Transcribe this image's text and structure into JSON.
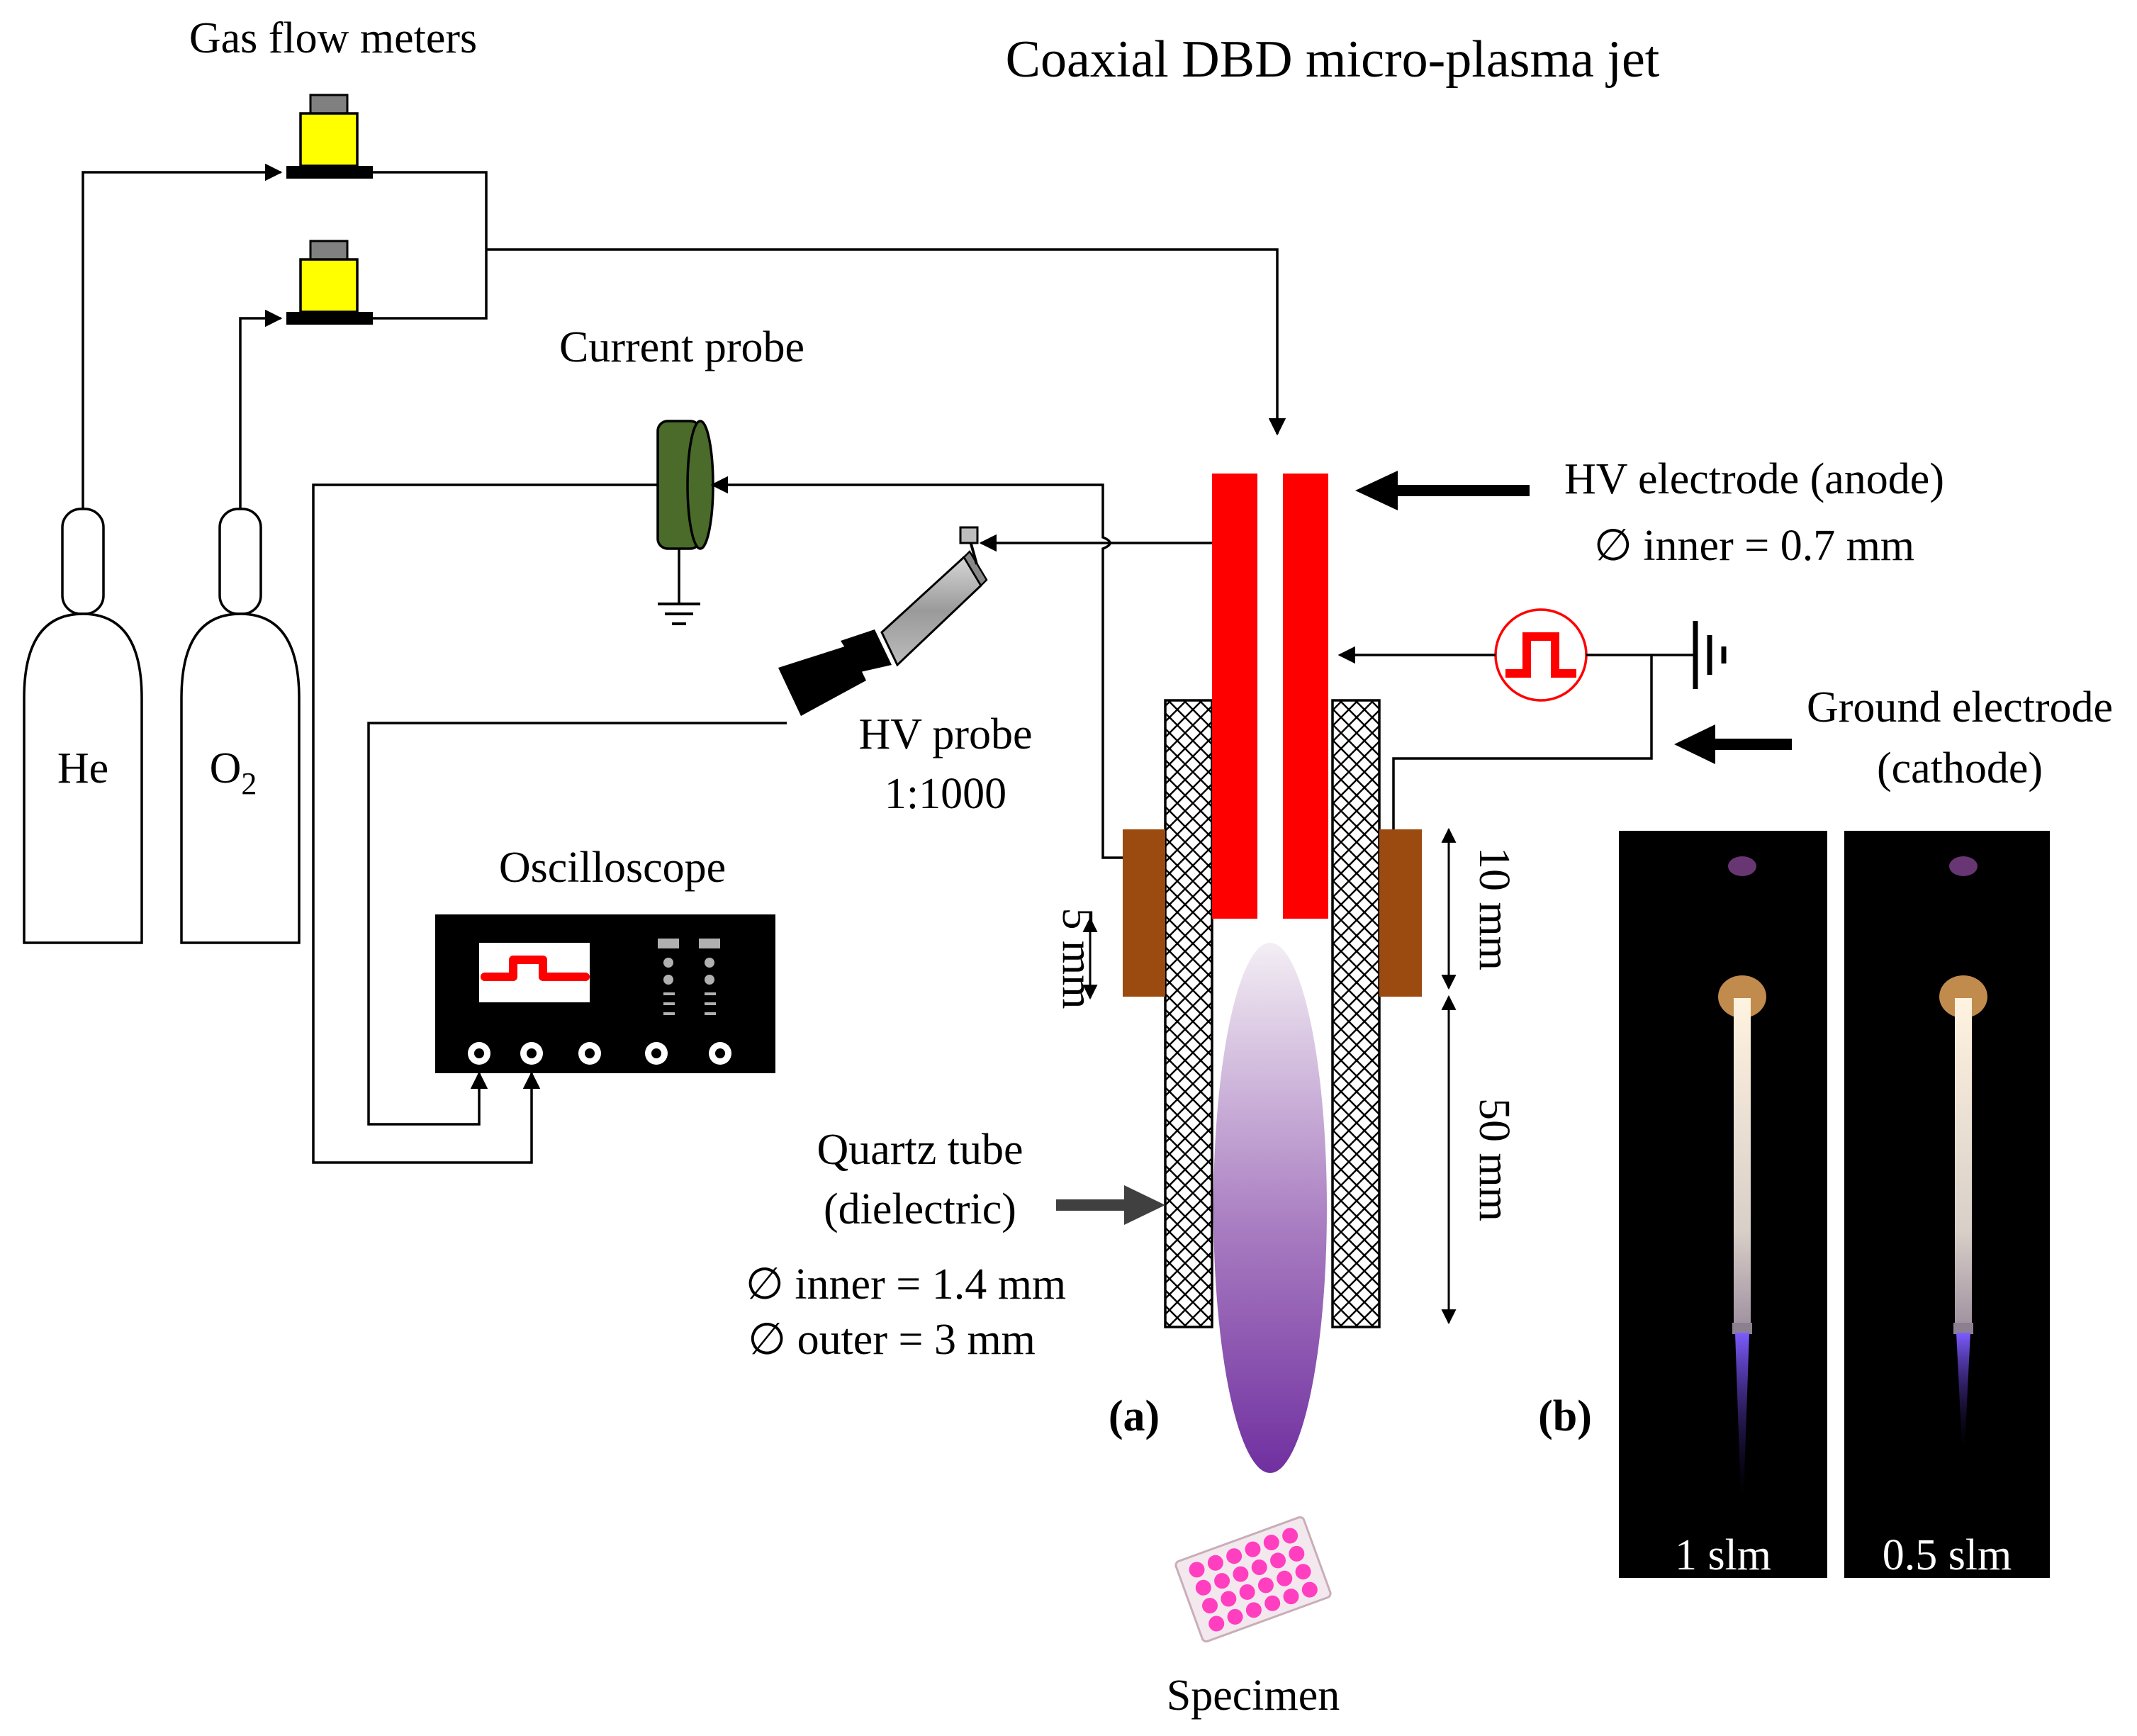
{
  "title": "Coaxial DBD  micro-plasma jet",
  "labels": {
    "gas_flow_meters": "Gas flow meters",
    "current_probe": "Current probe",
    "hv_probe_line1": "HV probe",
    "hv_probe_line2": "1:1000",
    "oscilloscope": "Oscilloscope",
    "he": "He",
    "o2_main": "O",
    "o2_sub": "2",
    "hv_electrode_line1": "HV electrode (anode)",
    "hv_electrode_line2": "∅ inner = 0.7 mm",
    "ground_electrode_line1": "Ground electrode",
    "ground_electrode_line2": "(cathode)",
    "quartz_line1": "Quartz tube",
    "quartz_line2": "(dielectric)",
    "quartz_line3": "∅ inner = 1.4 mm",
    "quartz_line4": "∅ outer = 3 mm",
    "dim_5mm": "5 mm",
    "dim_10mm": "10 mm",
    "dim_50mm": "50 mm",
    "panel_a": "(a)",
    "panel_b": "(b)",
    "specimen": "Specimen",
    "photo_1": "1 slm",
    "photo_2": "0.5 slm"
  },
  "colors": {
    "electrode": "#ff0000",
    "ground_ring": "#9b4a10",
    "flow_meter": "#ffff00",
    "current_probe": "#4a6b2a",
    "plasma_top": "#ede4ee",
    "plasma_bottom": "#7030a0",
    "specimen_wells": "#ff3fc0",
    "photo_bg": "#000000"
  }
}
